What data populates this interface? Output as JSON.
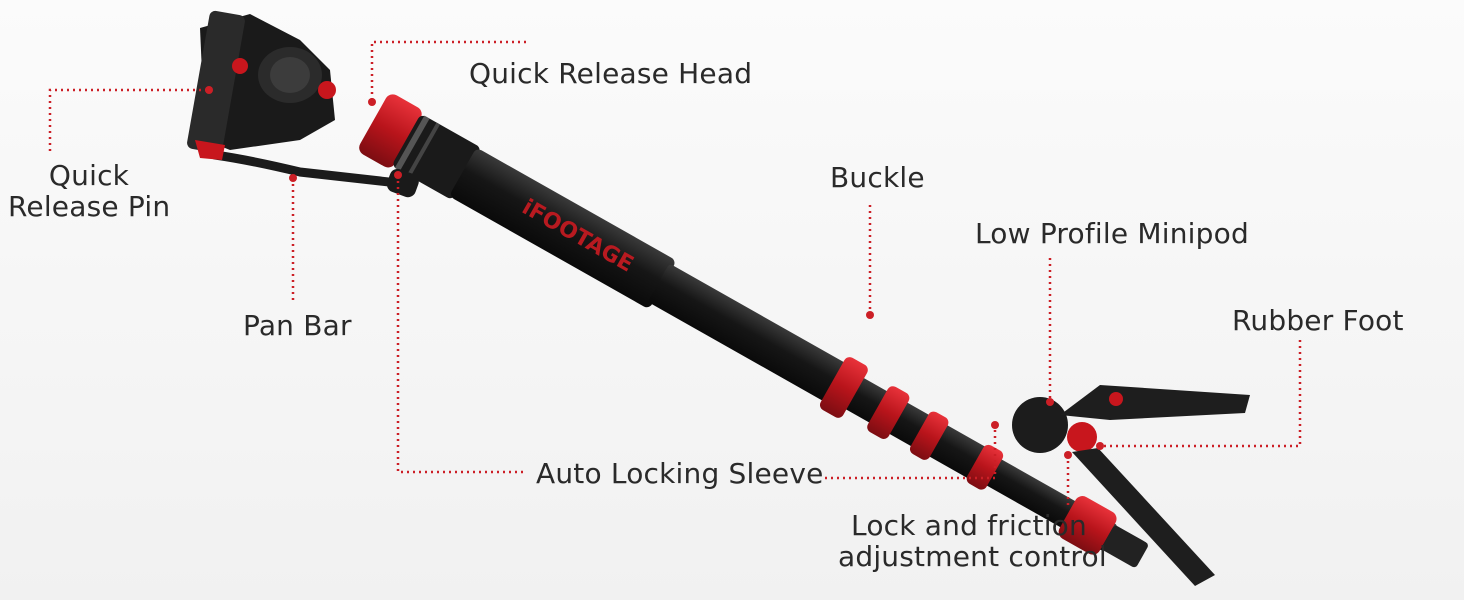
{
  "labels": {
    "quick_release_head": "Quick Release Head",
    "quick_release_pin_line1": "Quick",
    "quick_release_pin_line2": "Release Pin",
    "pan_bar": "Pan Bar",
    "buckle": "Buckle",
    "low_profile_minipod": "Low Profile Minipod",
    "rubber_foot": "Rubber Foot",
    "auto_locking_sleeve": "Auto Locking Sleeve",
    "lock_friction_line1": "Lock and friction",
    "lock_friction_line2": "adjustment control"
  },
  "product": {
    "brand_text": "iFOOTAGE"
  },
  "colors": {
    "accent": "#c8161d",
    "leader": "#cc1f26",
    "carbon": "#1c1c1c",
    "text": "#2a2a2a"
  }
}
